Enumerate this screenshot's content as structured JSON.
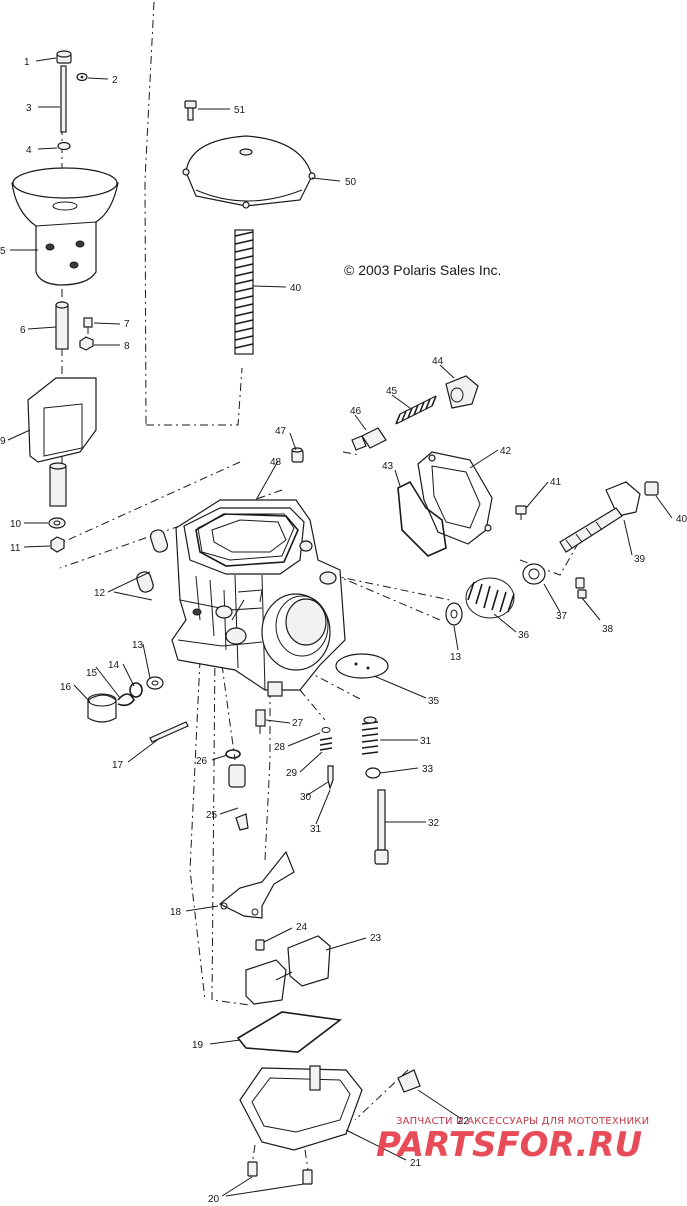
{
  "copyright": "© 2003 Polaris Sales Inc.",
  "watermark": {
    "tagline": "ЗАПЧАСТИ И АКСЕССУАРЫ ДЛЯ МОТОТЕХНИКИ",
    "logo": "PARTSFOR.RU",
    "color": "#e63946"
  },
  "callouts": [
    "1",
    "2",
    "3",
    "4",
    "5",
    "6",
    "7",
    "8",
    "9",
    "10",
    "11",
    "12",
    "13",
    "13",
    "14",
    "15",
    "16",
    "17",
    "18",
    "19",
    "20",
    "21",
    "22",
    "23",
    "24",
    "25",
    "26",
    "27",
    "28",
    "29",
    "30",
    "31",
    "31",
    "32",
    "33",
    "35",
    "36",
    "37",
    "38",
    "39",
    "40",
    "40",
    "41",
    "42",
    "43",
    "44",
    "45",
    "46",
    "47",
    "48",
    "50",
    "51"
  ]
}
